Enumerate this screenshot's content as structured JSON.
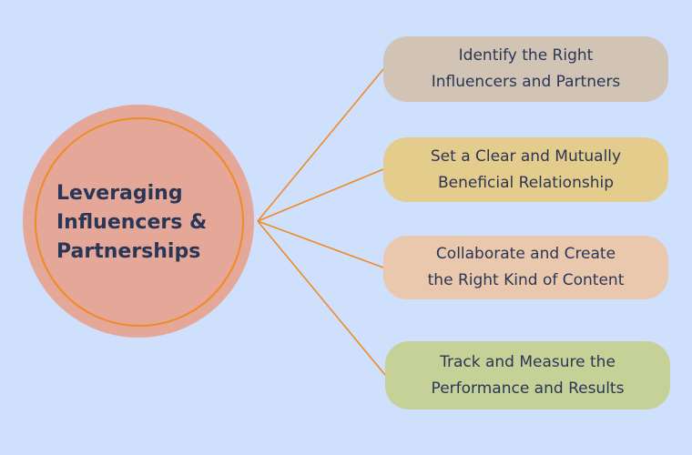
{
  "diagram": {
    "center": {
      "title_lines": [
        "Leveraging",
        "Influencers &",
        "Partnerships"
      ],
      "fill_color": "#e5a798",
      "ring_color": "#f08a24"
    },
    "connector_color": "#f08a24",
    "branches": [
      {
        "lines": [
          "Identify the Right",
          "Influencers and Partners"
        ],
        "color": "#d1c4b4"
      },
      {
        "lines": [
          "Set a Clear and Mutually",
          "Beneficial Relationship"
        ],
        "color": "#e4cc8c"
      },
      {
        "lines": [
          "Collaborate and Create",
          "the Right Kind of Content"
        ],
        "color": "#e9c8ad"
      },
      {
        "lines": [
          "Track and Measure the",
          "Performance and Results"
        ],
        "color": "#c5d197"
      }
    ]
  }
}
